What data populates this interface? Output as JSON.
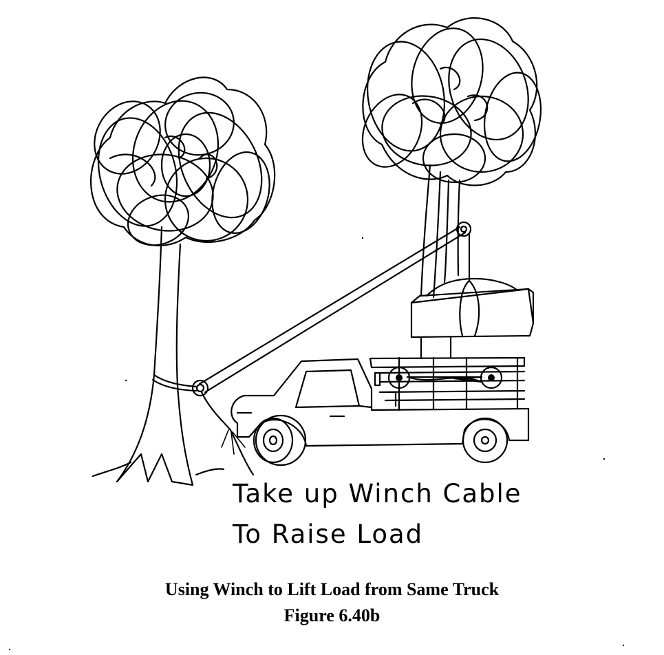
{
  "annotation": {
    "line1": "Take up Winch Cable",
    "line2": "To Raise Load"
  },
  "caption": {
    "title": "Using Winch to Lift Load from Same Truck",
    "figure_number": "Figure 6.40b"
  }
}
